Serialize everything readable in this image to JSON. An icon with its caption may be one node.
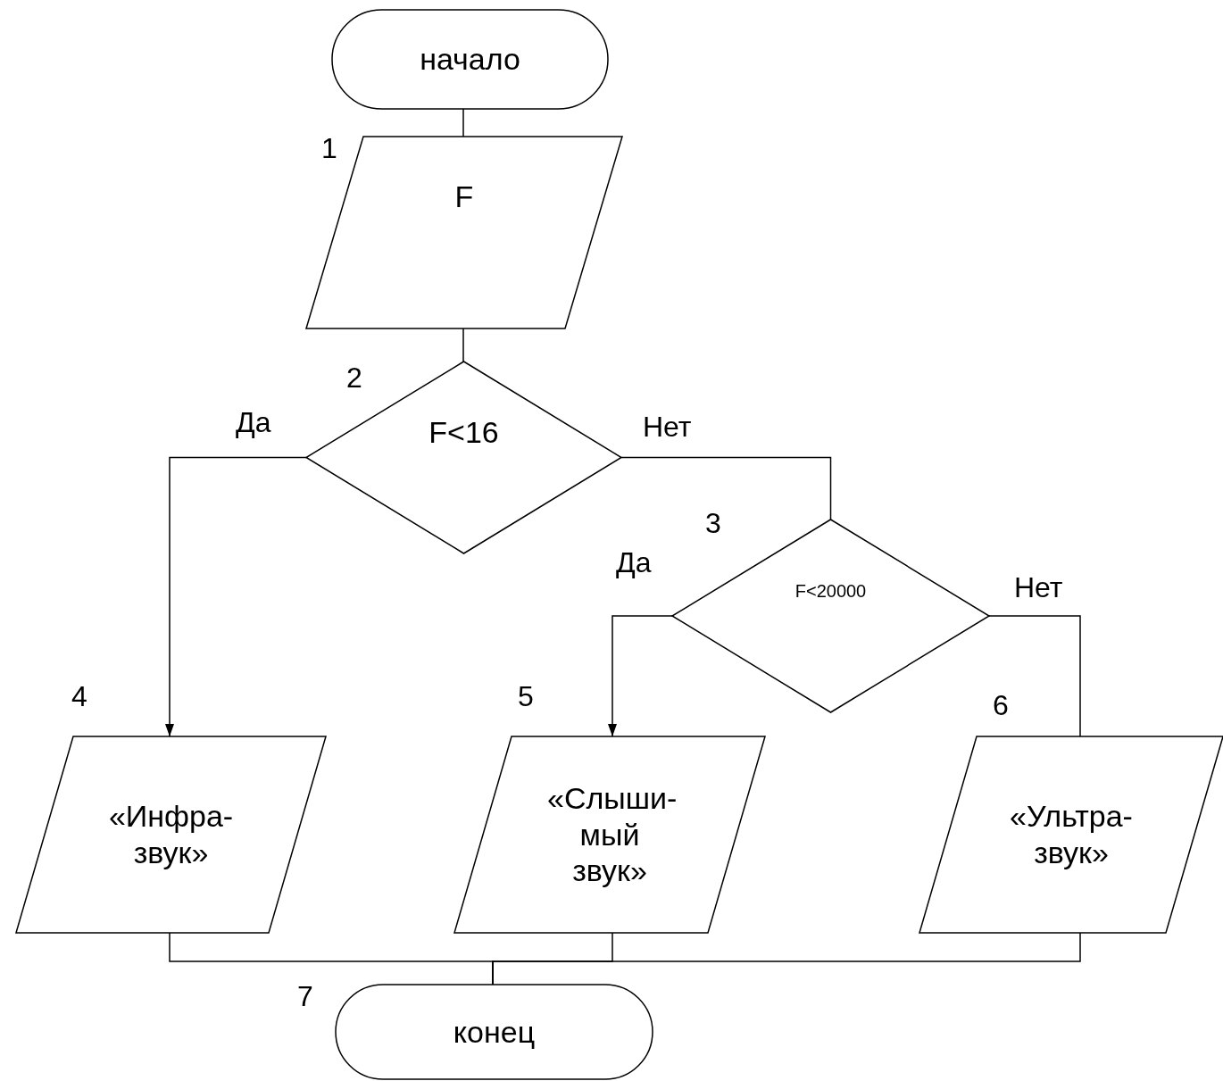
{
  "diagram": {
    "nodes": [
      {
        "text": [
          "начало"
        ]
      },
      {
        "text": [
          "F"
        ],
        "beside": [
          "1"
        ]
      },
      {
        "text": [
          "F<16"
        ],
        "beside": [
          "2"
        ]
      },
      {
        "text": [
          "F<20000"
        ],
        "beside": [
          "3"
        ]
      },
      {
        "text": [
          "«Инфра-звук»"
        ],
        "beside": [
          "4"
        ]
      },
      {
        "text": [
          "«Слыши-мый звук»"
        ],
        "beside": [
          "5"
        ]
      },
      {
        "text": [
          "«Ультра-звук»"
        ],
        "beside": [
          "6"
        ]
      },
      {
        "text": [
          "конец"
        ],
        "beside": [
          "7"
        ]
      }
    ],
    "edges": [
      {
        "from": 0,
        "to": 1,
        "arrow": "none"
      },
      {
        "from": 1,
        "to": 2,
        "arrow": "none"
      },
      {
        "from": 2,
        "to": 4,
        "arrow": "to",
        "label": "Да"
      },
      {
        "from": 2,
        "to": 3,
        "arrow": "none",
        "label": "Нет"
      },
      {
        "from": 3,
        "to": 5,
        "arrow": "to",
        "label": "Да"
      },
      {
        "from": 3,
        "to": 6,
        "arrow": "none",
        "label": "Нет"
      },
      {
        "from": 4,
        "to": 7,
        "arrow": "none"
      },
      {
        "from": 5,
        "to": 7,
        "arrow": "none"
      },
      {
        "from": 6,
        "to": 7,
        "arrow": "none"
      }
    ]
  }
}
